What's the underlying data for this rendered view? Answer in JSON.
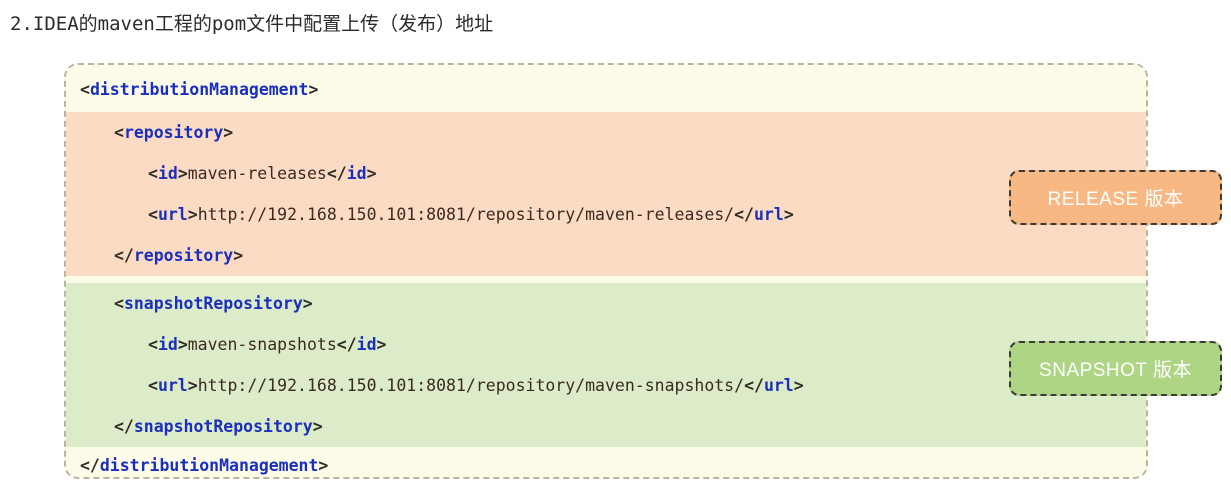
{
  "heading": {
    "text": "2.IDEA的maven工程的pom文件中配置上传（发布）地址"
  },
  "code_block": {
    "language": "xml",
    "sections": [
      {
        "name": "distribution-management-open",
        "background": "#fbfbe8",
        "lines": [
          {
            "indent": 0,
            "segments": [
              {
                "type": "bracket",
                "text": "<"
              },
              {
                "type": "tag",
                "text": "distributionManagement"
              },
              {
                "type": "bracket",
                "text": ">"
              }
            ]
          }
        ]
      },
      {
        "name": "release-repository",
        "background": "#fbdbc3",
        "lines": [
          {
            "indent": 1,
            "segments": [
              {
                "type": "bracket",
                "text": "<"
              },
              {
                "type": "tag",
                "text": "repository"
              },
              {
                "type": "bracket",
                "text": ">"
              }
            ]
          },
          {
            "indent": 2,
            "segments": [
              {
                "type": "bracket",
                "text": "<"
              },
              {
                "type": "tag",
                "text": "id"
              },
              {
                "type": "bracket",
                "text": ">"
              },
              {
                "type": "text",
                "text": "maven-releases"
              },
              {
                "type": "bracket",
                "text": "</"
              },
              {
                "type": "tag",
                "text": "id"
              },
              {
                "type": "bracket",
                "text": ">"
              }
            ]
          },
          {
            "indent": 2,
            "segments": [
              {
                "type": "bracket",
                "text": "<"
              },
              {
                "type": "tag",
                "text": "url"
              },
              {
                "type": "bracket",
                "text": ">"
              },
              {
                "type": "text",
                "text": "http://192.168.150.101:8081/repository/maven-releases/"
              },
              {
                "type": "bracket",
                "text": "</"
              },
              {
                "type": "tag",
                "text": "url"
              },
              {
                "type": "bracket",
                "text": ">"
              }
            ]
          },
          {
            "indent": 1,
            "segments": [
              {
                "type": "bracket",
                "text": "</"
              },
              {
                "type": "tag",
                "text": "repository"
              },
              {
                "type": "bracket",
                "text": ">"
              }
            ]
          }
        ]
      },
      {
        "name": "snapshot-repository",
        "background": "#dcecc8",
        "lines": [
          {
            "indent": 1,
            "segments": [
              {
                "type": "bracket",
                "text": "<"
              },
              {
                "type": "tag",
                "text": "snapshotRepository"
              },
              {
                "type": "bracket",
                "text": ">"
              }
            ]
          },
          {
            "indent": 2,
            "segments": [
              {
                "type": "bracket",
                "text": "<"
              },
              {
                "type": "tag",
                "text": "id"
              },
              {
                "type": "bracket",
                "text": ">"
              },
              {
                "type": "text",
                "text": "maven-snapshots"
              },
              {
                "type": "bracket",
                "text": "</"
              },
              {
                "type": "tag",
                "text": "id"
              },
              {
                "type": "bracket",
                "text": ">"
              }
            ]
          },
          {
            "indent": 2,
            "segments": [
              {
                "type": "bracket",
                "text": "<"
              },
              {
                "type": "tag",
                "text": "url"
              },
              {
                "type": "bracket",
                "text": ">"
              },
              {
                "type": "text",
                "text": "http://192.168.150.101:8081/repository/maven-snapshots/"
              },
              {
                "type": "bracket",
                "text": "</"
              },
              {
                "type": "tag",
                "text": "url"
              },
              {
                "type": "bracket",
                "text": ">"
              }
            ]
          },
          {
            "indent": 1,
            "segments": [
              {
                "type": "bracket",
                "text": "</"
              },
              {
                "type": "tag",
                "text": "snapshotRepository"
              },
              {
                "type": "bracket",
                "text": ">"
              }
            ]
          }
        ]
      },
      {
        "name": "distribution-management-close",
        "background": "#fbfbe8",
        "lines": [
          {
            "indent": 0,
            "segments": [
              {
                "type": "bracket",
                "text": "</"
              },
              {
                "type": "tag",
                "text": "distributionManagement"
              },
              {
                "type": "bracket",
                "text": ">"
              }
            ]
          }
        ]
      }
    ],
    "raw_lines": [
      "<distributionManagement>",
      "    <repository>",
      "        <id>maven-releases</id>",
      "        <url>http://192.168.150.101:8081/repository/maven-releases/</url>",
      "    </repository>",
      "    <snapshotRepository>",
      "        <id>maven-snapshots</id>",
      "        <url>http://192.168.150.101:8081/repository/maven-snapshots/</url>",
      "    </snapshotRepository>",
      "</distributionManagement>"
    ]
  },
  "annotations": [
    {
      "name": "release-badge",
      "label": "RELEASE 版本",
      "background": "#f7b884",
      "text_color": "#ffffff"
    },
    {
      "name": "snapshot-badge",
      "label": "SNAPSHOT 版本",
      "background": "#aed584",
      "text_color": "#ffffff"
    }
  ],
  "colors": {
    "page_background": "#ffffff",
    "block_background": "#fbfbe8",
    "release_section": "#fbdbc3",
    "snapshot_section": "#dcecc8",
    "tag_color": "#1a2fbd",
    "bracket_color": "#2f2a26",
    "content_color": "#3b2a22",
    "border_color": "#b9b4a4"
  }
}
